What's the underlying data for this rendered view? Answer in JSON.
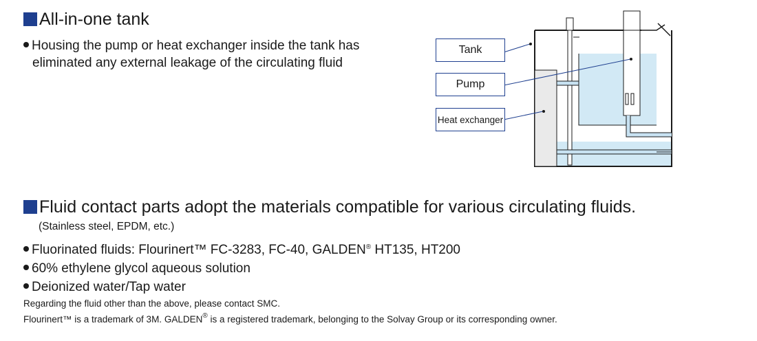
{
  "section1": {
    "title": "All-in-one tank",
    "bullet_line1": "Housing the pump or heat exchanger inside the tank has",
    "bullet_line2": "eliminated any external leakage of the circulating fluid"
  },
  "diagram": {
    "label_tank": "Tank",
    "label_pump": "Pump",
    "label_heat_exchanger": "Heat exchanger",
    "colors": {
      "outline": "#1e3f8f",
      "fluid": "#d2e9f5",
      "pipe": "#c8e2f2",
      "stroke": "#1a1a1a"
    }
  },
  "section2": {
    "title": "Fluid contact parts adopt the materials compatible for various circulating fluids.",
    "subtitle": "(Stainless steel, EPDM, etc.)",
    "item1_pre": "Fluorinated fluids: Flourinert™ FC-3283, FC-40, GALDEN",
    "item1_reg": "®",
    "item1_post": " HT135, HT200",
    "item2": "60% ethylene glycol aqueous solution",
    "item3": "Deionized water/Tap water",
    "note1": "Regarding the fluid other than the above, please contact SMC.",
    "note2_pre": "Flourinert™ is a trademark of 3M. GALDEN",
    "note2_reg": "®",
    "note2_post": " is a registered trademark, belonging to the Solvay Group or its corresponding owner."
  },
  "colors": {
    "accent": "#1e3f8f",
    "text": "#1a1a1a"
  }
}
